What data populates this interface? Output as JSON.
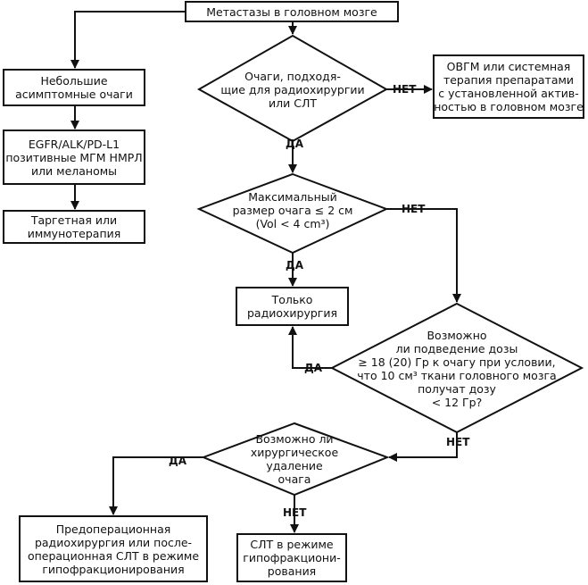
{
  "diagram": {
    "nodes": {
      "start": "Метастазы в головном мозге",
      "small_asymptomatic": "Небольшие\nасимптомные очаги",
      "positive_egfr": "EGFR/ALK/PD-L1\nпозитивные МГМ НМРЛ\nили меланомы",
      "targeted": "Таргетная или\nиммунотерапия",
      "q_suitable": "Очаги, подходя-\nщие для радиохирургии\nили СЛТ",
      "wbrt": "ОВГМ или системная\nтерапия препаратами\nс установленной актив-\nностью в головном мозге",
      "q_size": "Максимальный\nразмер очага ≤ 2 см\n(Vol < 4 cm³)",
      "only_srs": "Только\nрадиохирургия",
      "q_dose": "Возможно\nли подведение дозы\n≥ 18 (20) Гр к очагу при условии,\nчто 10 cм³ ткани головного мозга\nполучат дозу\n< 12 Гр?",
      "q_surgery": "Возможно ли\nхирургическое удаление\nочага",
      "preop": "Предоперационная\nрадиохирургия или после-\nоперационная СЛТ в режиме\nгипофракционирования",
      "hypofrac": "СЛТ в режиме\nгипофракциони-\nрования"
    },
    "labels": {
      "no_suitable": "НЕТ",
      "yes_suitable": "ДА",
      "no_size": "НЕТ",
      "yes_size": "ДА",
      "yes_dose": "ДА",
      "no_dose": "НЕТ",
      "yes_surgery": "ДА",
      "no_surgery": "НЕТ"
    }
  }
}
